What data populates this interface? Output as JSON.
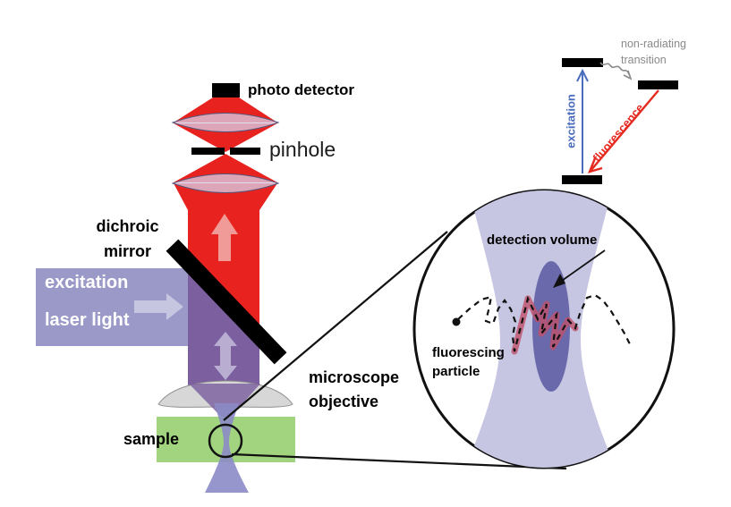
{
  "optical_path": {
    "photo_detector_label": "photo detector",
    "pinhole_label": "pinhole",
    "dichroic_mirror_line1": "dichroic",
    "dichroic_mirror_line2": "mirror",
    "excitation_laser_line1": "excitation",
    "excitation_laser_line2": "laser light",
    "microscope_objective_line1": "microscope",
    "microscope_objective_line2": "objective",
    "sample_label": "sample"
  },
  "energy_diagram": {
    "excitation_label": "excitation",
    "fluorescence_label": "fluorescence",
    "non_radiating_line1": "non-radiating",
    "non_radiating_line2": "transition"
  },
  "magnified_view": {
    "detection_volume_label": "detection volume",
    "fluorescing_particle_line1": "fluorescing",
    "fluorescing_particle_line2": "particle"
  },
  "colors": {
    "emission_beam_red": "#e8231f",
    "emission_arrow_pink": "#f09b98",
    "excitation_beam_lavender": "#9a99c7",
    "light_arrow_lavender": "#c7c6e1",
    "mixed_beam_purple": "#7b5f9f",
    "mixed_arrow_lavender": "#b9aed2",
    "lens_fill": "#d8d3ec",
    "objective_gray": "#d7d7d7",
    "sample_green": "#a2d47f",
    "focused_beam_blue": "#8b8bc6",
    "beam_profile_lavender": "#c6c5e2",
    "detection_volume_blue": "#6a69ab",
    "trajectory_highlight_red": "#c0506a",
    "excitation_arrow_blue": "#4a6cbe",
    "fluorescence_arrow_red": "#e52a20",
    "gray_text": "#8a8a8a",
    "outline_black": "#111111"
  }
}
